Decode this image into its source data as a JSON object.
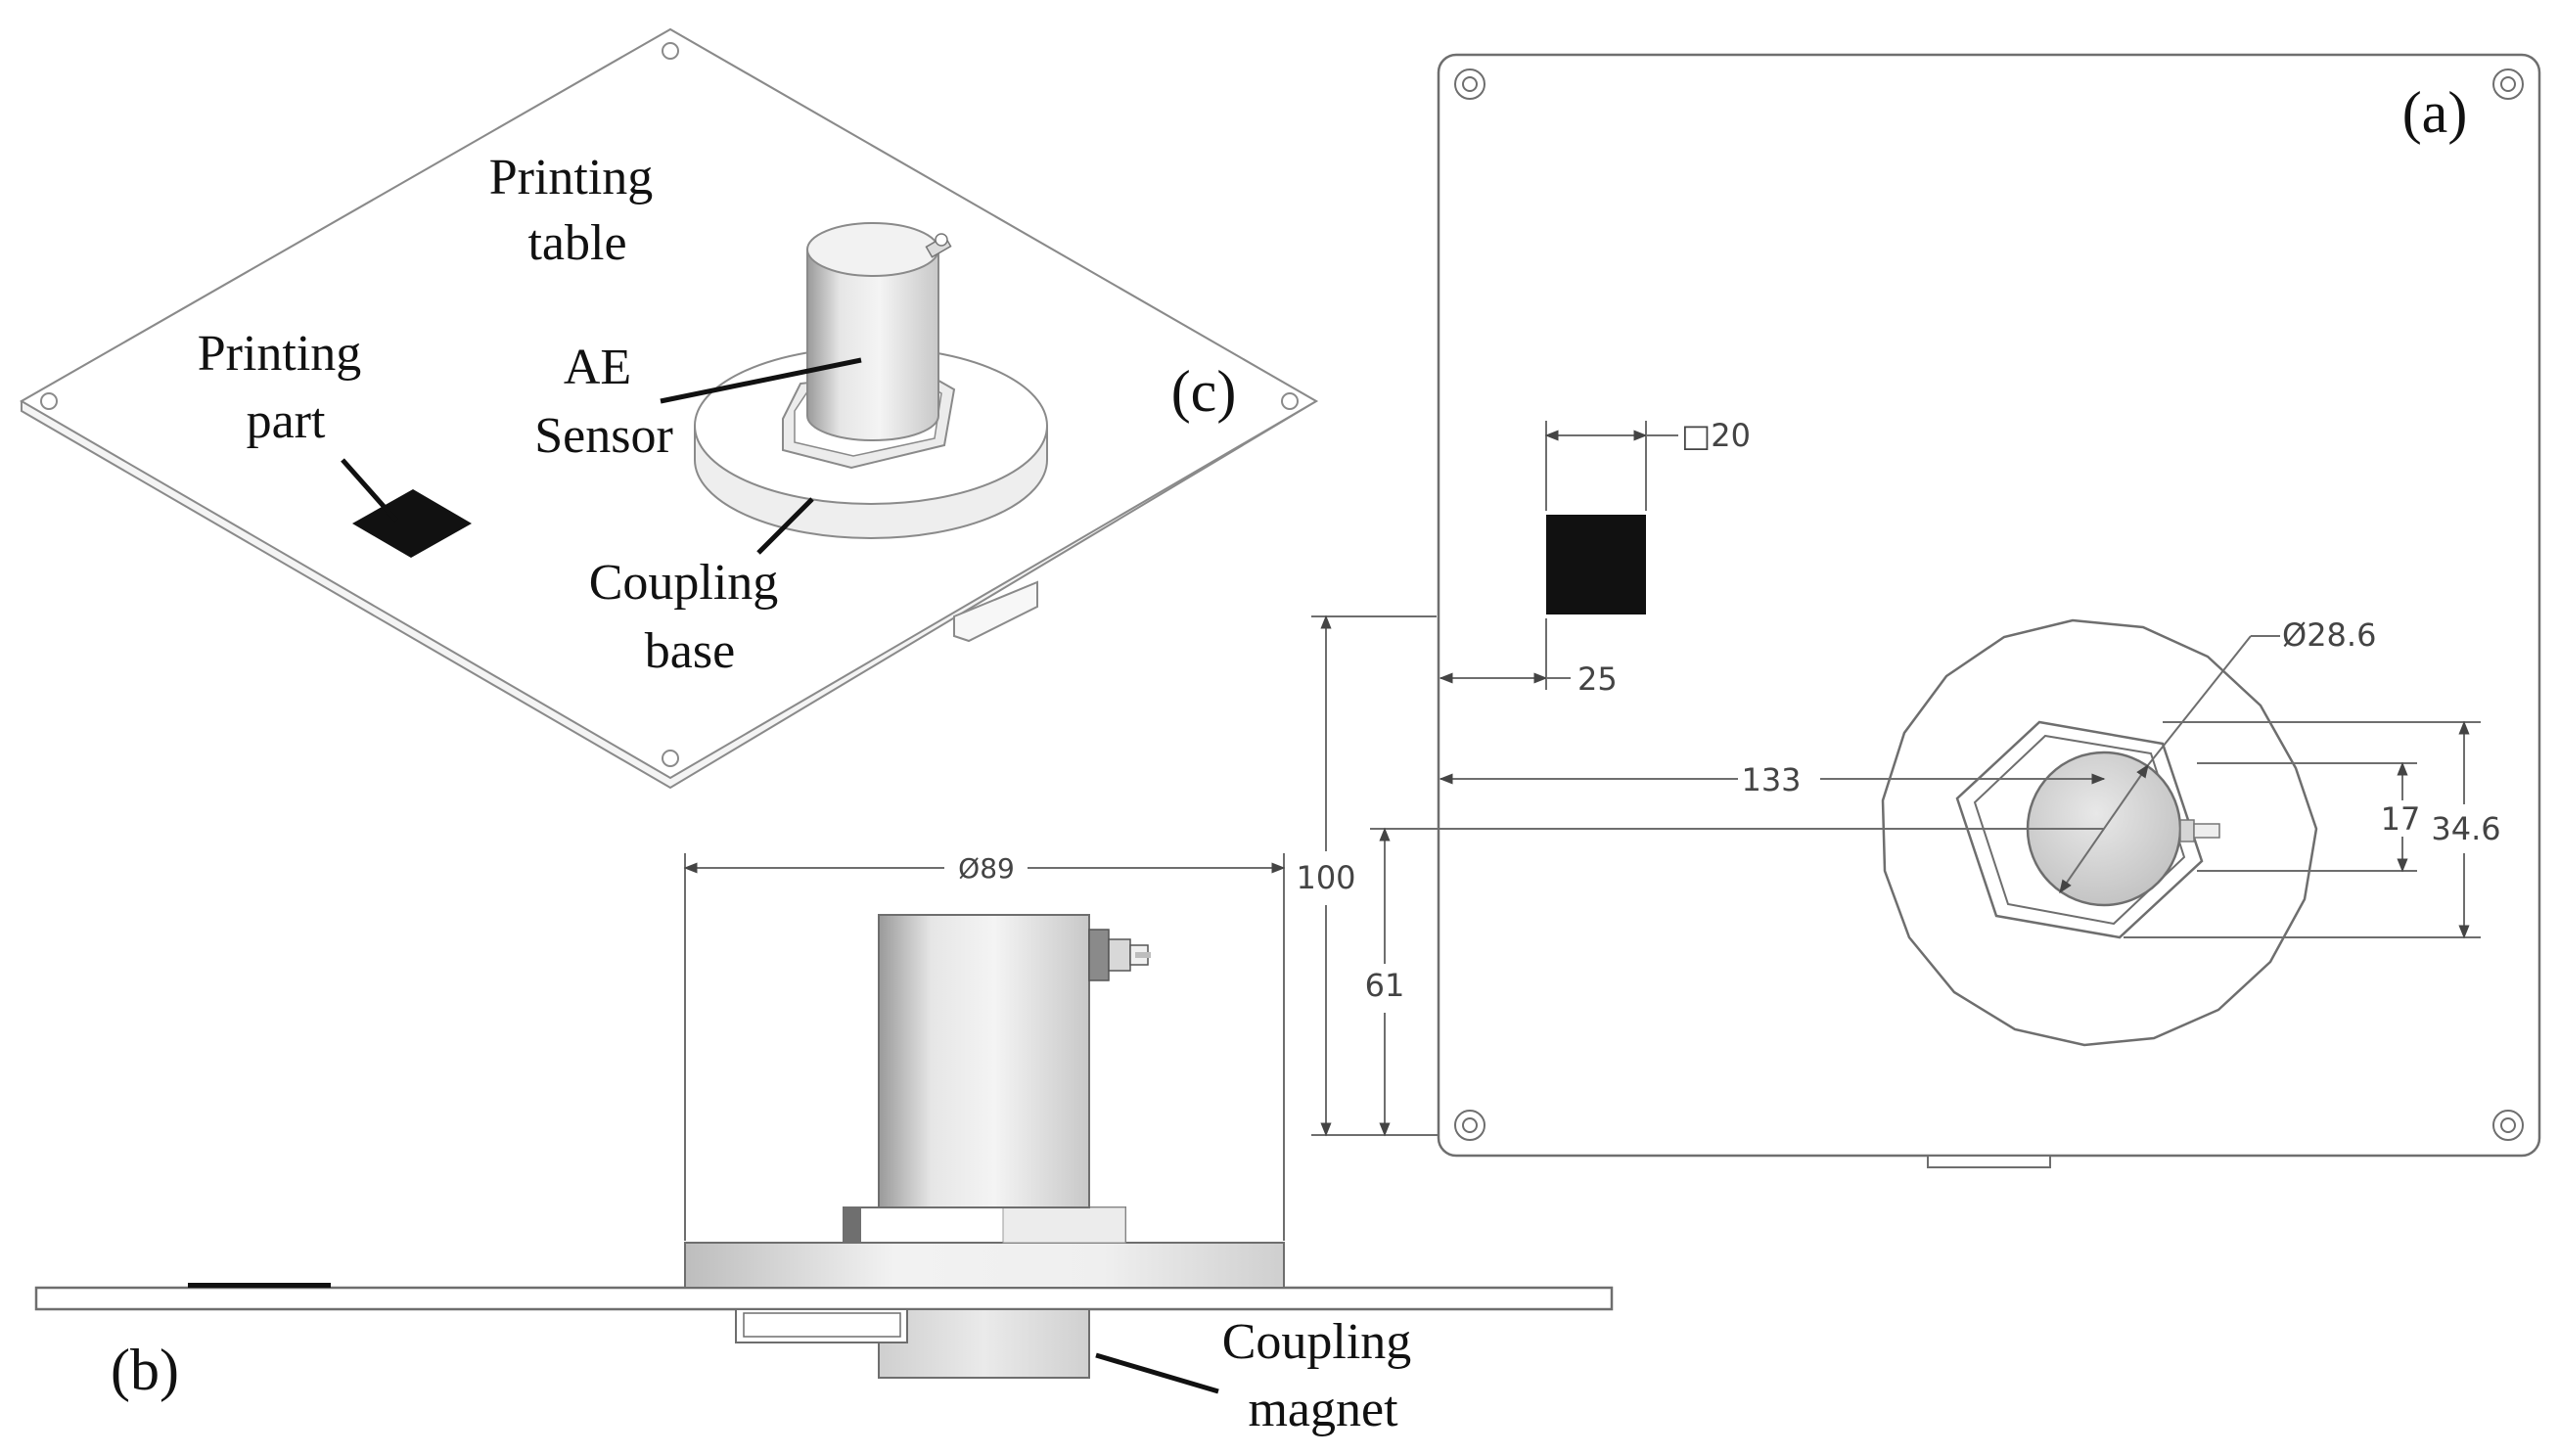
{
  "panels": {
    "a": "(a)",
    "b": "(b)",
    "c": "(c)"
  },
  "labels": {
    "printing_table_line1": "Printing",
    "printing_table_line2": "table",
    "printing_part_line1": "Printing",
    "printing_part_line2": "part",
    "ae_sensor_line1": "AE",
    "ae_sensor_line2": "Sensor",
    "coupling_base_line1": "Coupling",
    "coupling_base_line2": "base",
    "coupling_magnet_line1": "Coupling",
    "coupling_magnet_line2": "magnet"
  },
  "dimensions": {
    "part_size": "□20",
    "part_offset_x": "25",
    "sensor_offset_x": "133",
    "table_height": "100",
    "sensor_offset_y": "61",
    "sensor_diameter": "Ø28.6",
    "hex_inner": "17",
    "hex_outer": "34.6",
    "base_diameter": "Ø89"
  },
  "colors": {
    "line": "#6e6e6e",
    "dark": "#111111",
    "sensor_fill": "#d9d9d9",
    "base_fill": "#ebebeb"
  }
}
